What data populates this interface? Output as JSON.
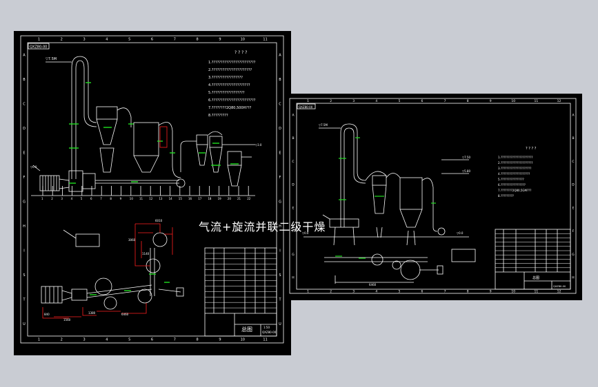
{
  "overlay_title": "气流+旋流并联二级干燥",
  "sheet_a": {
    "code_tag": "QXZ80-00",
    "col_labels": [
      "1",
      "2",
      "3",
      "4",
      "5",
      "6",
      "7",
      "8",
      "9",
      "10",
      "11"
    ],
    "row_labels": [
      "A",
      "B",
      "C",
      "D",
      "E",
      "F",
      "G",
      "H",
      "I",
      "S",
      "T",
      "U"
    ],
    "notes_title": "? ? ? ?",
    "notes": [
      "1.????????????????????????",
      "2.??????????????????????",
      "3.?????????????????",
      "4.?????????????????????",
      "5.??????????????????",
      "6.????????????????????????",
      "7.????????2Q80,500H???",
      "8.?????????"
    ],
    "part_numbers": [
      "1",
      "2",
      "3",
      "4",
      "5",
      "6",
      "7",
      "8",
      "9",
      "10",
      "11",
      "12",
      "13",
      "14",
      "15",
      "16",
      "17",
      "18",
      "19",
      "20",
      "21",
      "22"
    ],
    "title_block_drawing_no": "QXZ80-00",
    "title_block_name": "总图",
    "title_block_scale": "1:50"
  },
  "sheet_b": {
    "code_tag": "QXZ80-00",
    "col_labels": [
      "1",
      "2",
      "3",
      "4",
      "5",
      "6",
      "7",
      "8",
      "9",
      "10",
      "11",
      "12"
    ],
    "row_labels": [
      "A",
      "B",
      "C",
      "D",
      "E",
      "F",
      "G",
      "H"
    ],
    "notes_title": "? ? ? ?",
    "notes": [
      "1.??????????????????????",
      "2.??????????????????????",
      "3.?????????????????????",
      "4.????????????????????",
      "5.????????????????",
      "6.?????????????????",
      "7.????????2Q80,5GM???",
      "8.?????????"
    ],
    "title_block_drawing_no": "QXZ80-00",
    "title_block_name": "总图"
  },
  "colors": {
    "background": "#c9ccd3",
    "sheet": "#000000",
    "line": "#ffffff",
    "dim": "#ff2020",
    "accent": "#20e020"
  }
}
